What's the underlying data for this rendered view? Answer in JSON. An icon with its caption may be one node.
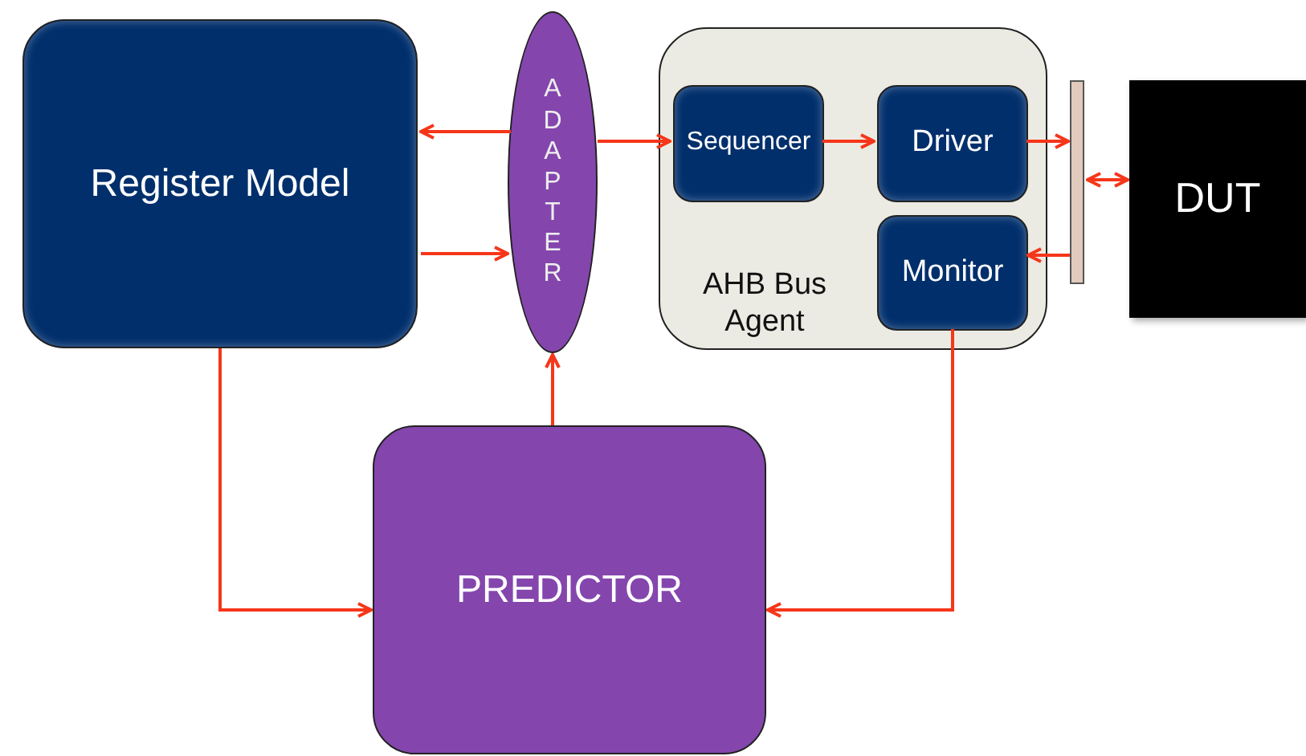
{
  "diagram": {
    "nodes": [
      {
        "text": [
          "Register Model"
        ]
      },
      {
        "text": [
          "ADAPTER"
        ]
      },
      {
        "text": [
          "AHB Bus Agent"
        ]
      },
      {
        "text": [
          "Sequencer"
        ],
        "in": 2
      },
      {
        "text": [
          "Driver"
        ],
        "in": 2
      },
      {
        "text": [
          "Monitor"
        ],
        "in": 2
      },
      {
        "text": [],
        "shape": "bar"
      },
      {
        "text": [
          "DUT"
        ]
      },
      {
        "text": [
          "PREDICTOR"
        ]
      }
    ],
    "edges": [
      {
        "from": 1,
        "to": 0,
        "arrow": "to"
      },
      {
        "from": 0,
        "to": 1,
        "arrow": "to"
      },
      {
        "from": 1,
        "to": 3,
        "arrow": "to"
      },
      {
        "from": 3,
        "to": 4,
        "arrow": "to"
      },
      {
        "from": 4,
        "to": 6,
        "arrow": "to"
      },
      {
        "from": 6,
        "to": 7,
        "arrow": "both"
      },
      {
        "from": 6,
        "to": 5,
        "arrow": "to"
      },
      {
        "from": 8,
        "to": 1,
        "arrow": "to"
      },
      {
        "from": 0,
        "to": 8,
        "arrow": "to"
      },
      {
        "from": 5,
        "to": 8,
        "arrow": "to"
      }
    ]
  }
}
